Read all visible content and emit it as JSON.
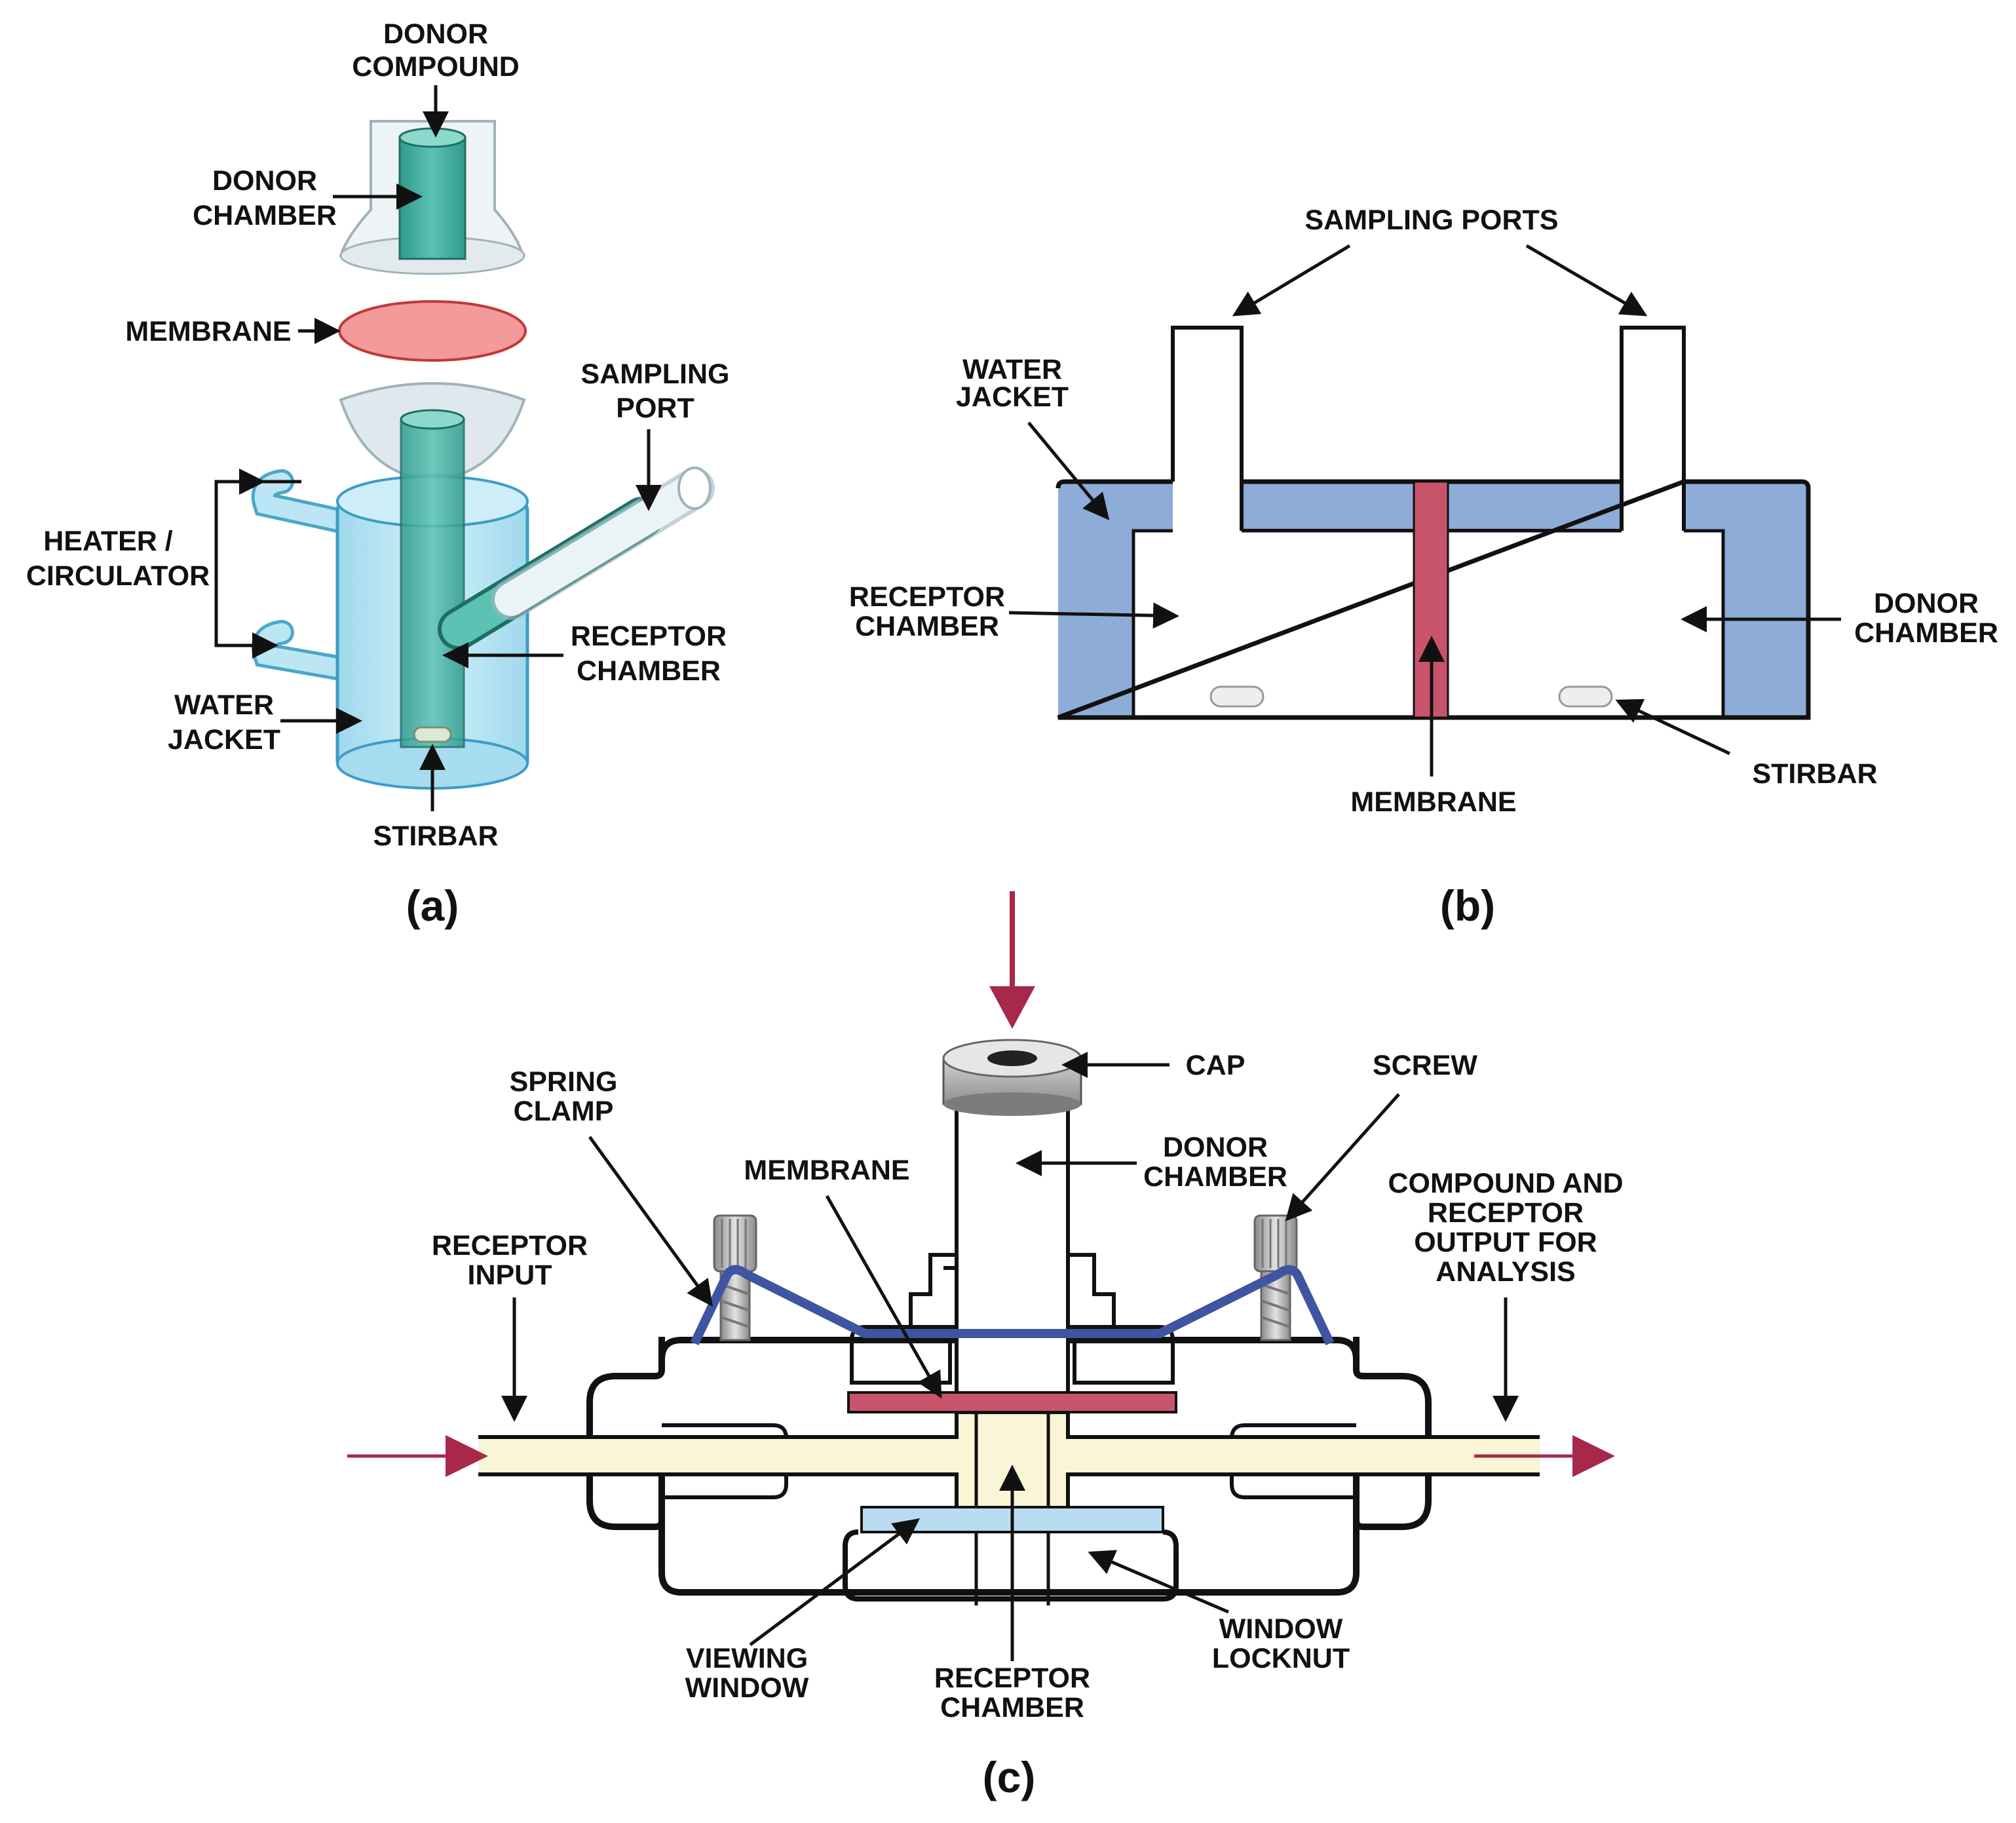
{
  "panels": {
    "a": {
      "label": "(a)",
      "donor_compound": [
        "DONOR",
        "COMPOUND"
      ],
      "donor_chamber": [
        "DONOR",
        "CHAMBER"
      ],
      "membrane": "MEMBRANE",
      "sampling_port": [
        "SAMPLING",
        "PORT"
      ],
      "heater_circulator": [
        "HEATER /",
        "CIRCULATOR"
      ],
      "receptor_chamber": [
        "RECEPTOR",
        "CHAMBER"
      ],
      "water_jacket": [
        "WATER",
        "JACKET"
      ],
      "stirbar": "STIRBAR"
    },
    "b": {
      "label": "(b)",
      "sampling_ports": "SAMPLING PORTS",
      "water_jacket": [
        "WATER",
        "JACKET"
      ],
      "receptor_chamber": [
        "RECEPTOR",
        "CHAMBER"
      ],
      "donor_chamber": [
        "DONOR",
        "CHAMBER"
      ],
      "membrane": "MEMBRANE",
      "stirbar": "STIRBAR"
    },
    "c": {
      "label": "(c)",
      "cap": "CAP",
      "screw": "SCREW",
      "spring_clamp": [
        "SPRING",
        "CLAMP"
      ],
      "membrane": "MEMBRANE",
      "donor_chamber": [
        "DONOR",
        "CHAMBER"
      ],
      "receptor_input": [
        "RECEPTOR",
        "INPUT"
      ],
      "output": [
        "COMPOUND AND",
        "RECEPTOR",
        "OUTPUT FOR",
        "ANALYSIS"
      ],
      "viewing_window": [
        "VIEWING",
        "WINDOW"
      ],
      "receptor_chamber": [
        "RECEPTOR",
        "CHAMBER"
      ],
      "window_locknut": [
        "WINDOW",
        "LOCKNUT"
      ]
    }
  },
  "colors": {
    "teal": "#3aa89a",
    "glass": "#bfe6f3",
    "membrane_pink": "#f39a9a",
    "jacket_blue": "#8eacd8",
    "membrane_red": "#c8546b",
    "clamp_blue": "#3f55a2",
    "flow_cream": "#faf5d7",
    "window_blue": "#b9dcf3",
    "arrow_red": "#a8284a"
  }
}
